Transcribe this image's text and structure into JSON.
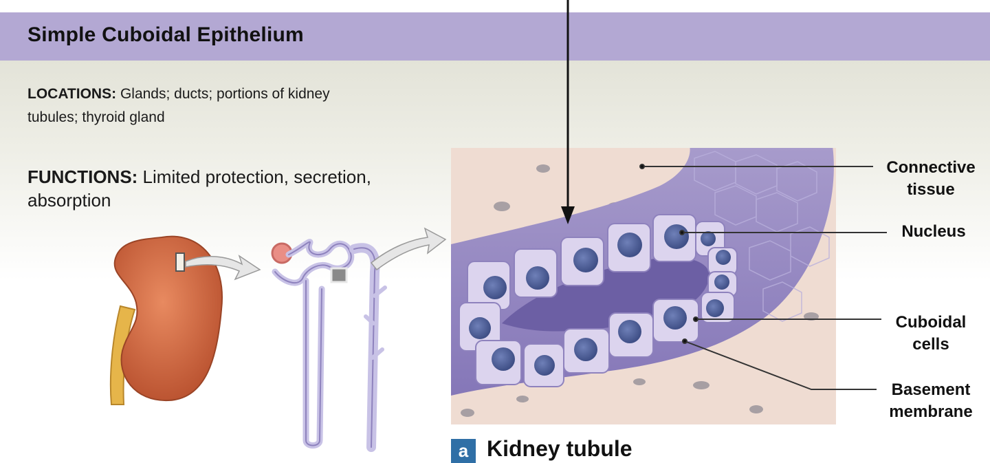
{
  "header": {
    "title": "Simple Cuboidal Epithelium"
  },
  "locations": {
    "label": "LOCATIONS:",
    "text": " Glands; ducts; portions of kidney tubules; thyroid gland"
  },
  "functions": {
    "label": "FUNCTIONS:",
    "text": " Limited protection, secretion, absorption"
  },
  "callouts": {
    "connective_tissue": "Connective\ntissue",
    "nucleus": "Nucleus",
    "cuboidal_cells": "Cuboidal\ncells",
    "basement_membrane": "Basement\nmembrane"
  },
  "figure": {
    "badge": "a",
    "caption": "Kidney tubule"
  },
  "colors": {
    "header_band": "#b3a8d3",
    "kidney": "#d8704a",
    "ureter": "#e6b54a",
    "nephron": "#c8c2e6",
    "tissue_bg": "#efdcd2",
    "cell": "#d8d0ea",
    "nucleus": "#5a6aa0",
    "badge": "#2f6fa6"
  }
}
